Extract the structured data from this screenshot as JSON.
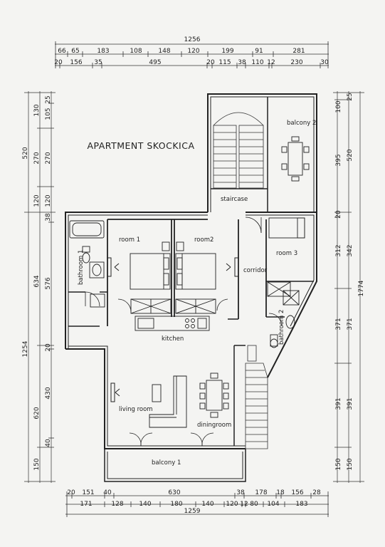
{
  "title": "APARTMENT SKOCKICA",
  "rooms": {
    "balcony2": "balcony 2",
    "staircase": "staircase",
    "room1": "room 1",
    "room2": "room2",
    "room3": "room 3",
    "bathroom1": "bathroom 1",
    "bathroom2": "bathroom 2",
    "corridor": "corridor",
    "kitchen": "kitchen",
    "livingroom": "living room",
    "diningroom": "diningroom",
    "balcony1": "balcony 1"
  },
  "dimensions": {
    "top_total": "1256",
    "top_row1": [
      "66",
      "65",
      "183",
      "108",
      "148",
      "120",
      "199",
      "91",
      "281"
    ],
    "top_row2": [
      "20",
      "156",
      "35",
      "495",
      "20",
      "115",
      "38",
      "110",
      "12",
      "230",
      "30"
    ],
    "bottom_row1": [
      "20",
      "151",
      "40",
      "630",
      "38",
      "178",
      "18",
      "156",
      "28"
    ],
    "bottom_row2": [
      "171",
      "128",
      "140",
      "180",
      "140",
      "120",
      "12",
      "80",
      "104",
      "183"
    ],
    "bottom_total": "1259",
    "left_outer": [
      "520",
      "1254"
    ],
    "left_mid": [
      "130",
      "270",
      "120",
      "634",
      "620",
      "150"
    ],
    "left_inner": [
      "105",
      "270",
      "120",
      "38",
      "576",
      "20",
      "430",
      "40"
    ],
    "left_top": "25",
    "right_inner": [
      "100",
      "395",
      "20",
      "312",
      "371",
      "391",
      "150"
    ],
    "right_mid": [
      "25",
      "520",
      "342",
      "371",
      "391",
      "150"
    ],
    "right_outer": "1774"
  }
}
